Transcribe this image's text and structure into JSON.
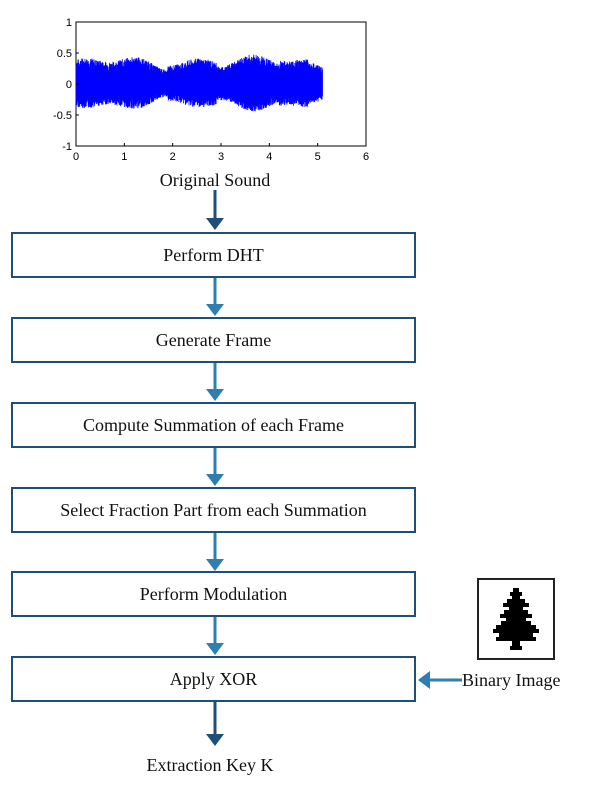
{
  "waveform_plot": {
    "caption": "Original Sound",
    "x_ticks": [
      "0",
      "1",
      "2",
      "3",
      "4",
      "5",
      "6"
    ],
    "y_ticks": [
      "1",
      "0.5",
      "0",
      "-0.5",
      "-1"
    ],
    "signal_color": "#0000ff",
    "chart_data": {
      "type": "line",
      "xlim": [
        0,
        6
      ],
      "ylim": [
        -1,
        1
      ],
      "signal_duration": 5.1,
      "amplitude_range": [
        -0.55,
        0.6
      ]
    }
  },
  "steps": [
    {
      "label": "Perform DHT"
    },
    {
      "label": "Generate Frame"
    },
    {
      "label": "Compute Summation of each Frame"
    },
    {
      "label": "Select Fraction Part from each Summation"
    },
    {
      "label": "Perform Modulation"
    },
    {
      "label": "Apply XOR"
    }
  ],
  "side_input": {
    "label": "Binary Image",
    "icon": "tree-icon"
  },
  "output": {
    "label": "Extraction Key K"
  },
  "colors": {
    "box_border": "#1f4e79",
    "arrow_dark": "#1f4e79",
    "arrow_light": "#2e7fb0"
  }
}
